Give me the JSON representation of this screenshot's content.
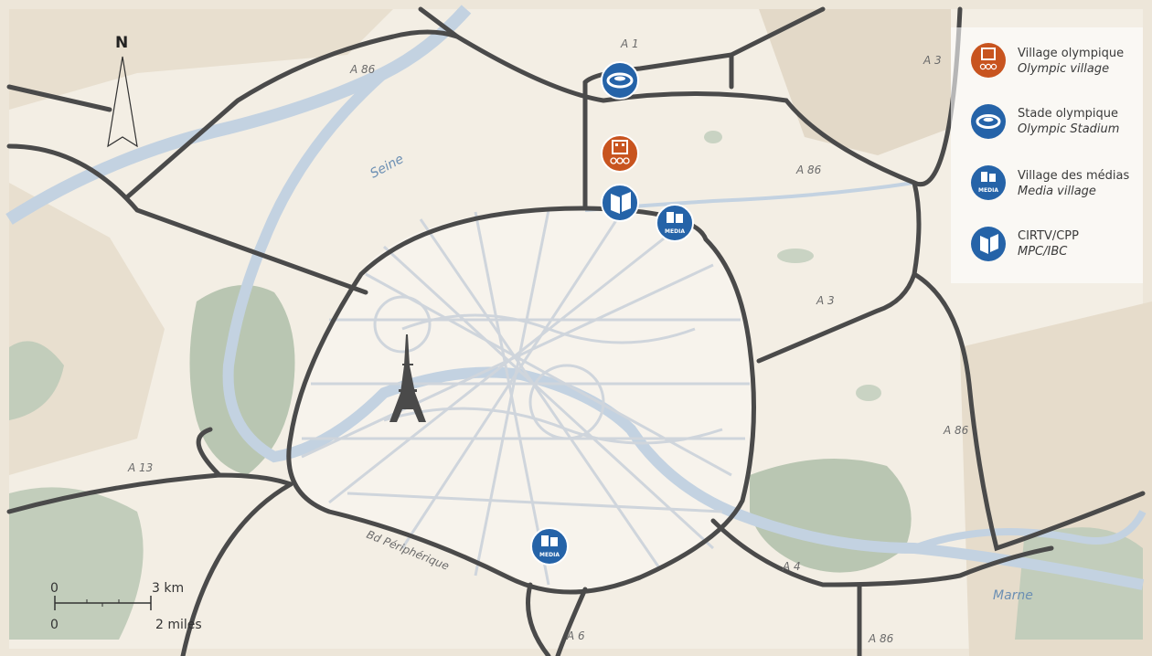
{
  "north_label": "N",
  "road_labels": {
    "a1": "A 1",
    "a86_nw": "A 86",
    "a3_ne": "A 3",
    "a86_ne": "A 86",
    "a3_e": "A 3",
    "a86_e": "A 86",
    "a13": "A 13",
    "a4": "A 4",
    "a6": "A 6",
    "a86_s": "A 86",
    "periph": "Bd Périphérique"
  },
  "water_labels": {
    "seine": "Seine",
    "marne": "Marne"
  },
  "legend": [
    {
      "title": "Village olympique",
      "subtitle": "Olympic village",
      "icon": "olympic-village-icon",
      "color": "#c8541f"
    },
    {
      "title": "Stade olympique",
      "subtitle": "Olympic Stadium",
      "icon": "stadium-icon",
      "color": "#2563a8"
    },
    {
      "title": "Village des médias",
      "subtitle": "Media village",
      "icon": "media-village-icon",
      "color": "#2563a8"
    },
    {
      "title": "CIRTV/CPP",
      "subtitle": "MPC/IBC",
      "icon": "mpc-ibc-icon",
      "color": "#2563a8"
    }
  ],
  "media_badge": "MEDIA",
  "scale": {
    "zero_top": "0",
    "zero_bottom": "0",
    "km": "3 km",
    "miles": "2 miles"
  },
  "colors": {
    "land": "#ede6d9",
    "urban": "#f6f1e8",
    "park": "#b9c6b2",
    "water": "#c3d2e1",
    "road": "#4a4a4a",
    "street": "#cdd3da",
    "orange": "#c8541f",
    "blue": "#2563a8"
  }
}
